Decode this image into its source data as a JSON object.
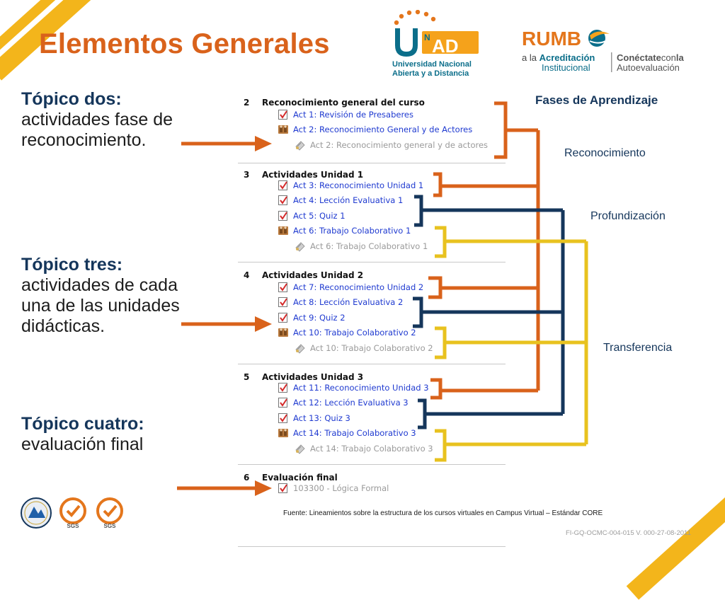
{
  "title": "Elementos Generales",
  "logos": {
    "unad": {
      "name": "UNAD",
      "line1": "Universidad Nacional",
      "line2": "Abierta y a Distancia"
    },
    "rumbo": {
      "word": "RUMB",
      "line1a": "a la ",
      "line1b": "Acreditación",
      "line2": "Institucional",
      "line3a": "Conéctate",
      "line3b": "con",
      "line3c": "la",
      "line4": "Autoevaluación"
    },
    "certs": [
      "SGS",
      "SGS"
    ]
  },
  "topics": [
    {
      "heading": "Tópico dos:",
      "body": [
        "actividades fase de",
        "reconocimiento."
      ]
    },
    {
      "heading": "Tópico tres:",
      "body": [
        "actividades de cada",
        "una de las unidades",
        "didácticas."
      ]
    },
    {
      "heading": "Tópico cuatro:",
      "body": [
        "evaluación final"
      ]
    }
  ],
  "course": [
    {
      "num": "2",
      "title": "Reconocimiento general del curso",
      "items": [
        {
          "label": "Act 1: Revisión de Presaberes",
          "icon": "quiz-icon",
          "style": "link"
        },
        {
          "label": "Act 2: Reconocimiento General y de Actores",
          "icon": "forum-icon",
          "style": "link"
        },
        {
          "label": "Act 2: Reconocimiento general y de actores",
          "icon": "assignment-icon",
          "style": "grey"
        }
      ]
    },
    {
      "num": "3",
      "title": "Actividades Unidad 1",
      "items": [
        {
          "label": "Act 3: Reconocimiento Unidad 1",
          "icon": "quiz-icon",
          "style": "link"
        },
        {
          "label": "Act 4: Lección Evaluativa 1",
          "icon": "quiz-icon",
          "style": "link"
        },
        {
          "label": "Act 5: Quiz 1",
          "icon": "quiz-icon",
          "style": "link"
        },
        {
          "label": "Act 6: Trabajo Colaborativo 1",
          "icon": "forum-icon",
          "style": "link"
        },
        {
          "label": "Act 6: Trabajo Colaborativo 1",
          "icon": "assignment-icon",
          "style": "grey"
        }
      ]
    },
    {
      "num": "4",
      "title": "Actividades Unidad 2",
      "items": [
        {
          "label": "Act 7: Reconocimiento Unidad 2",
          "icon": "quiz-icon",
          "style": "link"
        },
        {
          "label": "Act 8: Lección Evaluativa 2",
          "icon": "quiz-icon",
          "style": "link"
        },
        {
          "label": "Act 9: Quiz 2",
          "icon": "quiz-icon",
          "style": "link"
        },
        {
          "label": "Act 10: Trabajo Colaborativo 2",
          "icon": "forum-icon",
          "style": "link"
        },
        {
          "label": "Act 10: Trabajo Colaborativo 2",
          "icon": "assignment-icon",
          "style": "grey"
        }
      ]
    },
    {
      "num": "5",
      "title": "Actividades Unidad 3",
      "items": [
        {
          "label": "Act 11: Reconocimiento Unidad 3",
          "icon": "quiz-icon",
          "style": "link"
        },
        {
          "label": "Act 12: Lección Evaluativa 3",
          "icon": "quiz-icon",
          "style": "link"
        },
        {
          "label": "Act 13: Quiz 3",
          "icon": "quiz-icon",
          "style": "link"
        },
        {
          "label": "Act 14: Trabajo Colaborativo 3",
          "icon": "forum-icon",
          "style": "link"
        },
        {
          "label": "Act 14: Trabajo Colaborativo 3",
          "icon": "assignment-icon",
          "style": "grey"
        }
      ]
    },
    {
      "num": "6",
      "title": "Evaluación final",
      "items": [
        {
          "label": "103300 - Lógica Formal",
          "icon": "quiz-icon",
          "style": "grey"
        }
      ]
    }
  ],
  "phases": {
    "title": "Fases de Aprendizaje",
    "items": [
      "Reconocimiento",
      "Profundización",
      "Transferencia"
    ]
  },
  "colors": {
    "orange": "#d9621b",
    "navy": "#15365b",
    "yellow": "#e8c21f",
    "stripe": "#f3b51b"
  },
  "footer": {
    "source": "Fuente: Lineamientos sobre la estructura de los cursos virtuales en Campus Virtual – Estándar CORE",
    "code": "FI-GQ-OCMC-004-015 V. 000-27-08-2011"
  }
}
